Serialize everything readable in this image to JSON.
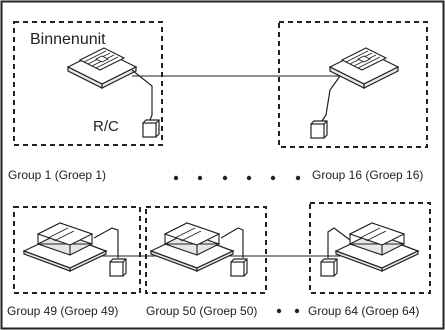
{
  "labels": {
    "indoor_unit": "Binnenunit",
    "remote_control": "R/C",
    "group_1": "Group 1 (Groep 1)",
    "group_16": "Group 16 (Groep 16)",
    "group_49": "Group 49 (Groep 49)",
    "group_50": "Group 50 (Groep 50)",
    "group_64": "Group 64 (Groep 64)"
  },
  "colors": {
    "stroke": "#222222",
    "background": "#ffffff",
    "unit_fill": "#ffffff",
    "unit_shade": "#e6e6e6"
  }
}
